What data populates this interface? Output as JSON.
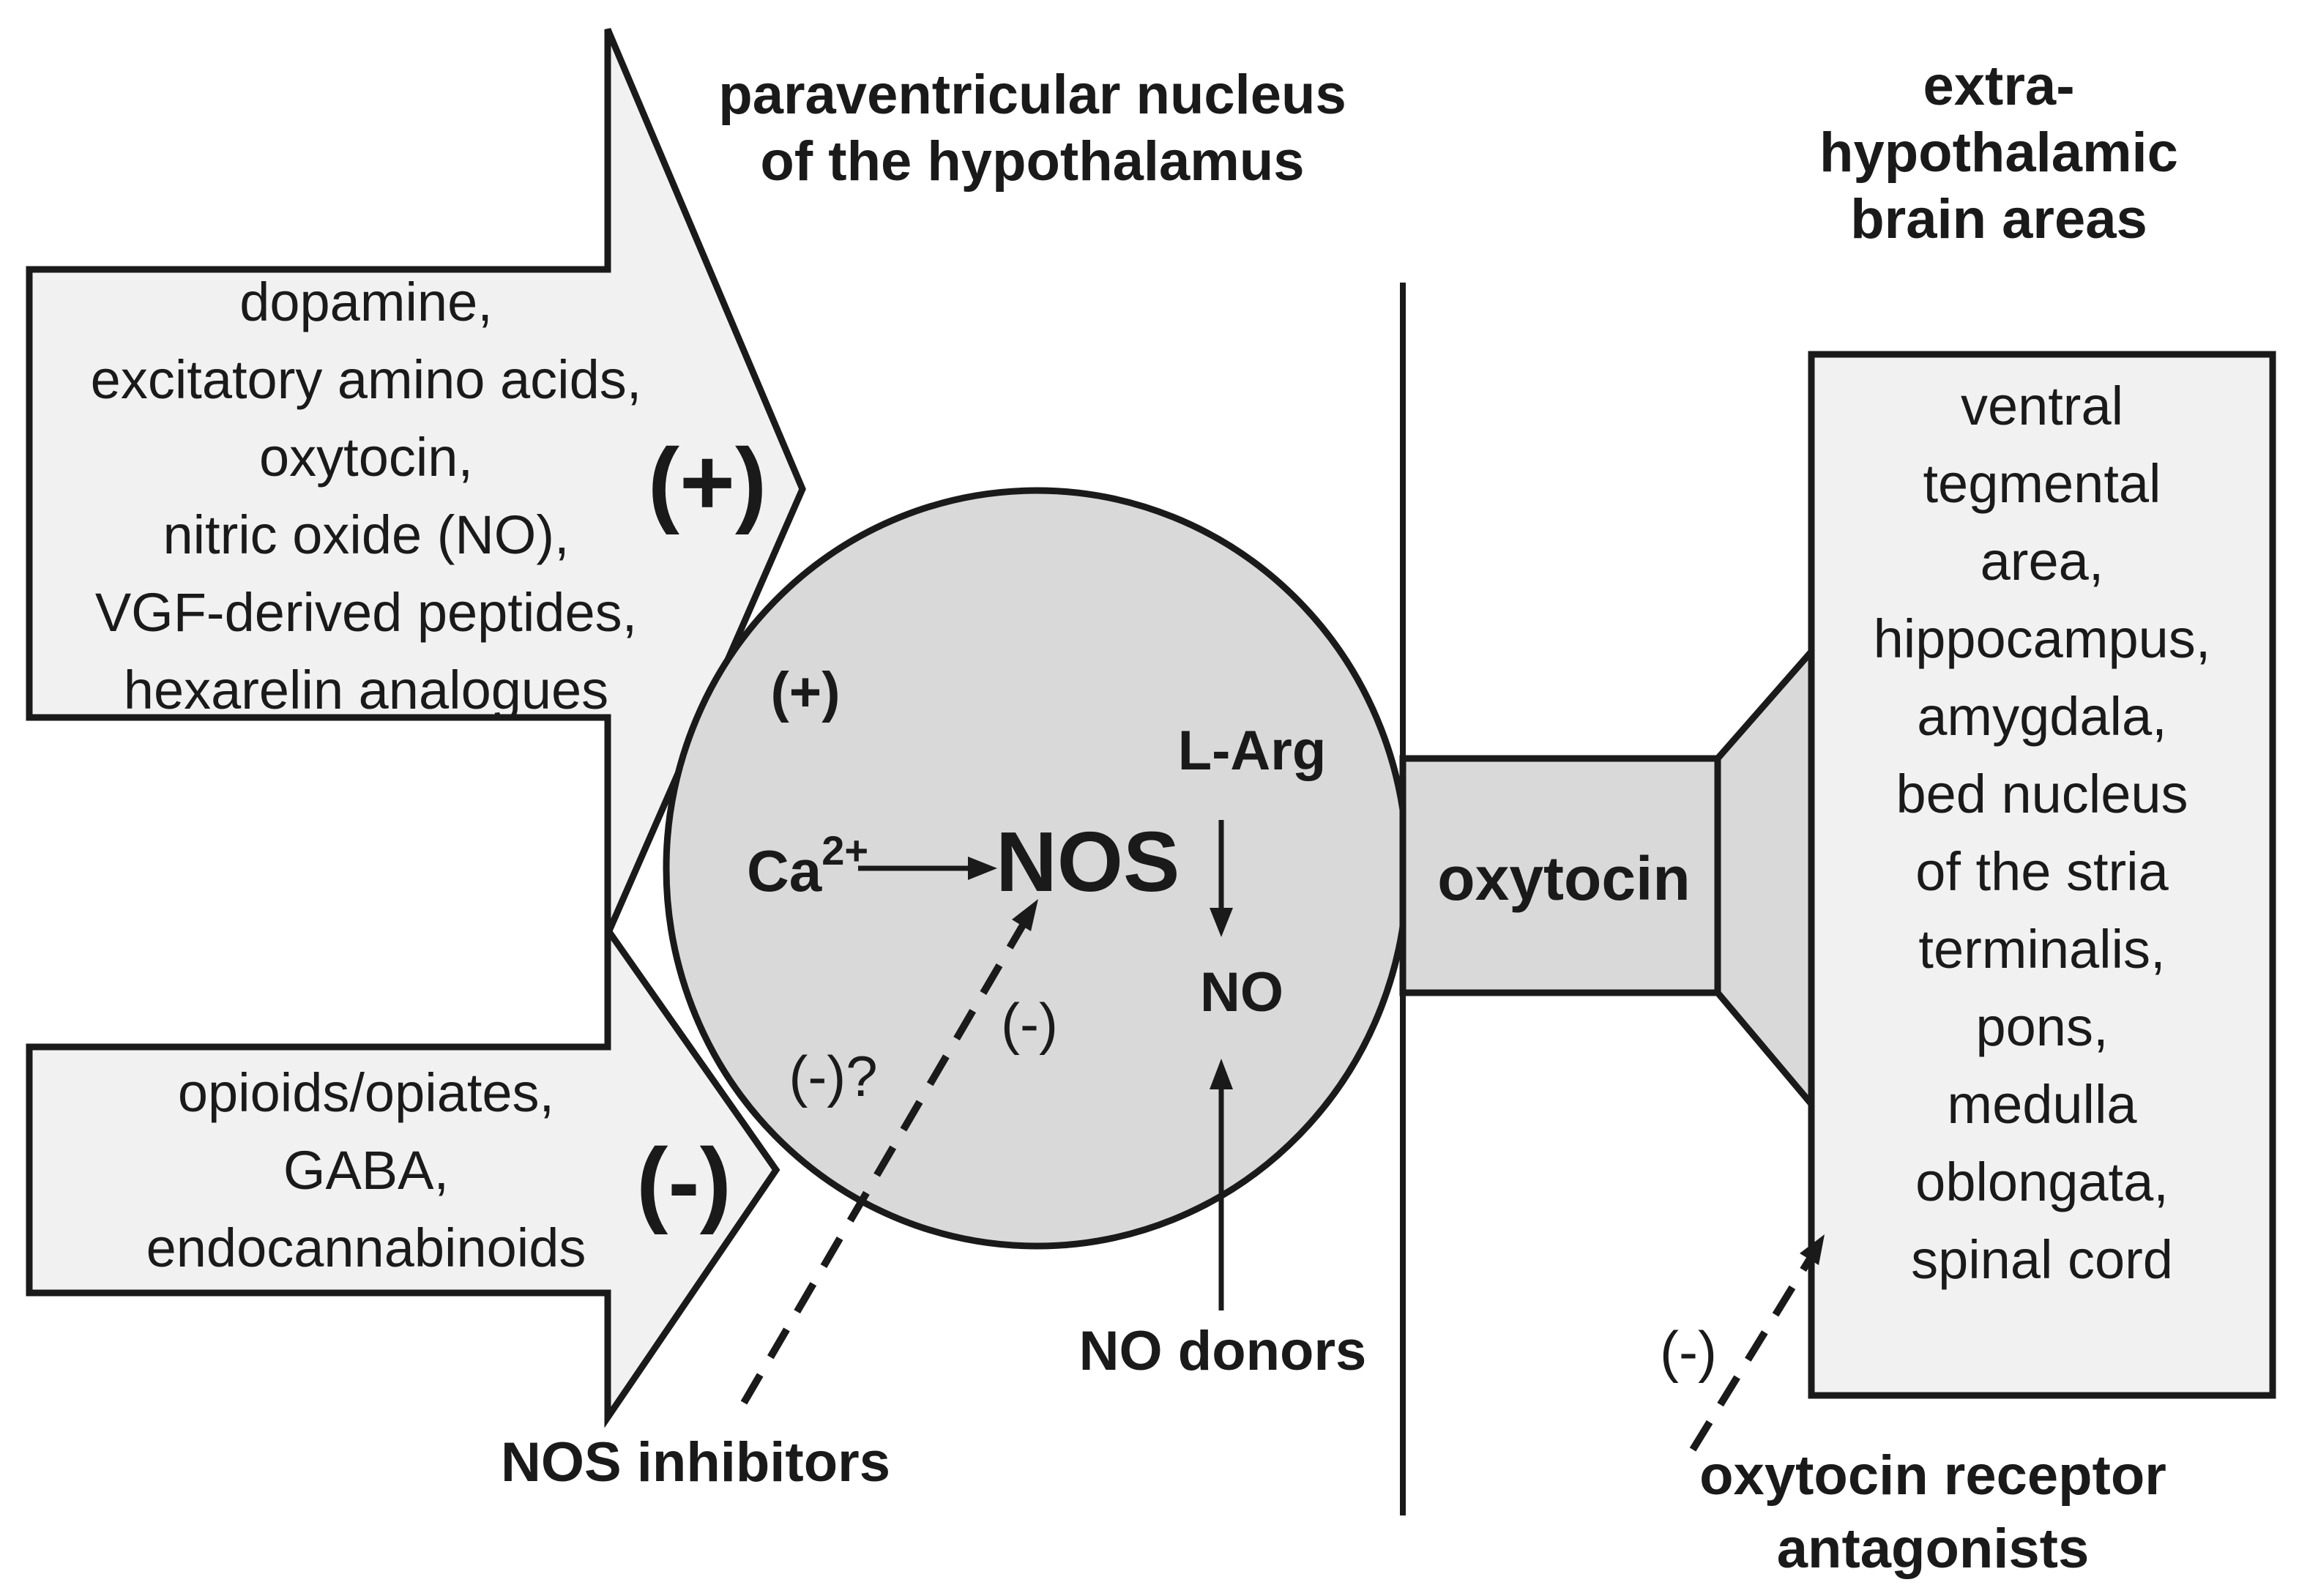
{
  "titles": {
    "pvn_line1": "paraventricular nucleus",
    "pvn_line2": "of the hypothalamus",
    "extra_line1": "extra-",
    "extra_line2": "hypothalamic",
    "extra_line3": "brain areas"
  },
  "excitatory": {
    "sign": "(+)",
    "items": [
      "dopamine,",
      "excitatory amino acids,",
      "oxytocin,",
      "nitric oxide (NO),",
      "VGF-derived peptides,",
      "hexarelin analogues"
    ]
  },
  "inhibitory": {
    "sign": "(-)",
    "items": [
      "opioids/opiates,",
      "GABA,",
      "endocannabinoids"
    ]
  },
  "neuron": {
    "plus": "(+)",
    "calcium": "Ca",
    "calcium_sup": "2+",
    "nos": "NOS",
    "larg": "L-Arg",
    "no": "NO",
    "minus": "(-)",
    "minus_q": "(-)?"
  },
  "drugs": {
    "nos_inhibitors": "NOS inhibitors",
    "no_donors": "NO donors",
    "receptor_line1": "oxytocin receptor",
    "receptor_line2": "antagonists",
    "receptor_minus": "(-)"
  },
  "projection": {
    "label": "oxytocin"
  },
  "targets": {
    "items": [
      "ventral",
      "tegmental",
      "area,",
      "hippocampus,",
      "amygdala,",
      "bed nucleus",
      "of the stria",
      "terminalis,",
      "pons,",
      "medulla",
      "oblongata,",
      "spinal cord"
    ]
  },
  "colors": {
    "arrow_fill": "#f1f1f1",
    "neuron_fill": "#d9d9d9",
    "stroke": "#1a1a1a",
    "text": "#1a1a1a"
  }
}
